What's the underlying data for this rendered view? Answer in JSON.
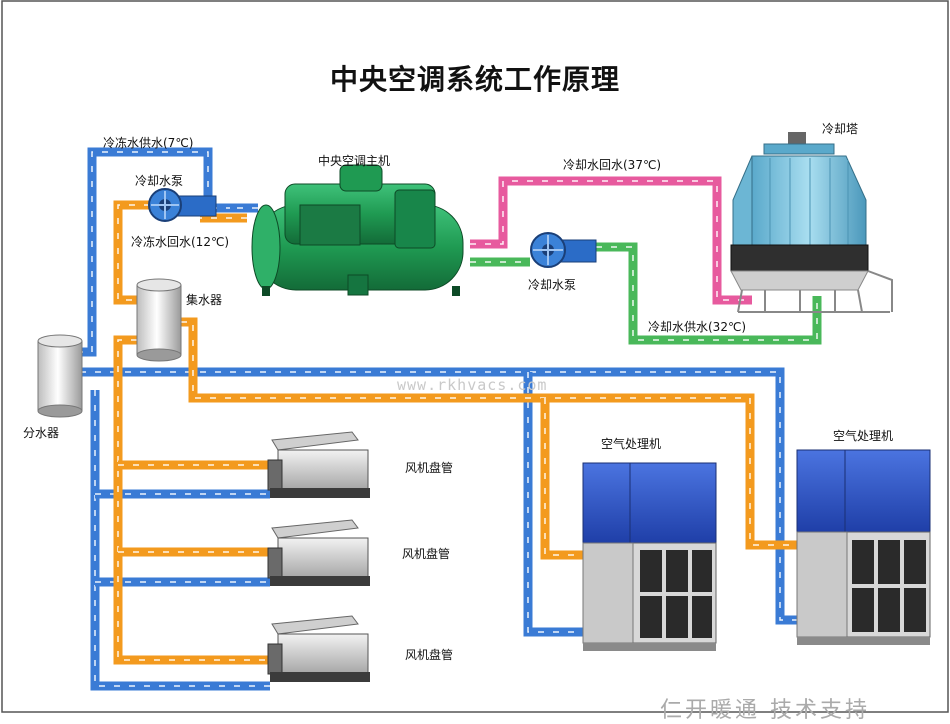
{
  "title": "中央空调系统工作原理",
  "labels": {
    "chilled_supply": "冷冻水供水(7℃)",
    "chilled_return": "冷冻水回水(12℃)",
    "pump_left": "冷却水泵",
    "chiller": "中央空调主机",
    "cooling_return": "冷却水回水(37℃)",
    "cooling_tower": "冷却塔",
    "pump_right": "冷却水泵",
    "cooling_supply": "冷却水供水(32℃)",
    "collector": "集水器",
    "distributor": "分水器",
    "fcu_1": "风机盘管",
    "fcu_2": "风机盘管",
    "fcu_3": "风机盘管",
    "ahu_1": "空气处理机",
    "ahu_2": "空气处理机"
  },
  "watermark": "www.rkhvacs.com",
  "support_text": "仁开暖通 技术支持",
  "colors": {
    "supply_pipe": "#3a7bd5",
    "return_pipe": "#f39a1e",
    "cooling_return_pipe": "#e75a9e",
    "cooling_supply_pipe": "#49b85a",
    "chiller": "#1f9a52",
    "tower": "#7fc6e3",
    "ahu_panel": "#2f55c9"
  }
}
